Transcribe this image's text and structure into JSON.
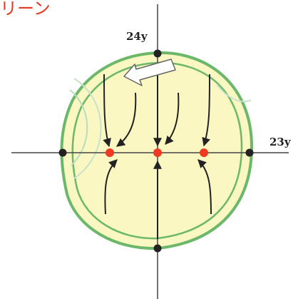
{
  "heading": "リーン",
  "axes": {
    "vertical_label": "24y",
    "horizontal_label": "23y"
  },
  "colors": {
    "heading": "#e03a22",
    "body_fill": "#fbf7c2",
    "outline": "#6cb86a",
    "red_dot": "#ee3a22",
    "black_dot": "#222222",
    "arrow": "#222222",
    "axis_line": "#444444"
  },
  "icons": {
    "direction_arrow": "white-hollow-arrow-left"
  }
}
